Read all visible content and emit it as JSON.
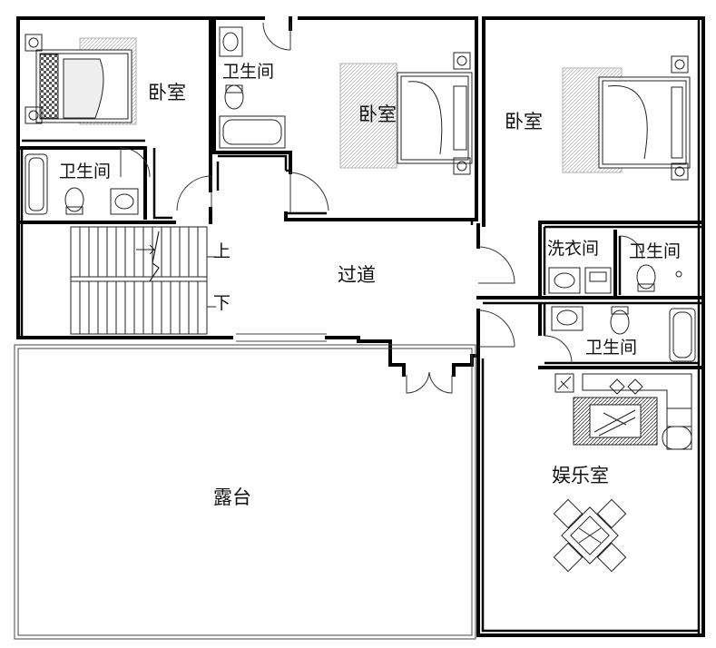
{
  "rooms": {
    "bedroom_nw": "卧室",
    "bath_nw_top": "卫生间",
    "bath_nw_low": "卫生间",
    "bedroom_mid": "卧室",
    "bedroom_ne": "卧室",
    "laundry": "洗衣间",
    "bath_e": "卫生间",
    "bath_se": "卫生间",
    "corridor": "过道",
    "terrace": "露台",
    "entertainment": "娱乐室"
  },
  "stairs": {
    "up": "上",
    "down": "下"
  },
  "colors": {
    "wall": "#000000",
    "line": "#222222",
    "background": "#ffffff"
  }
}
